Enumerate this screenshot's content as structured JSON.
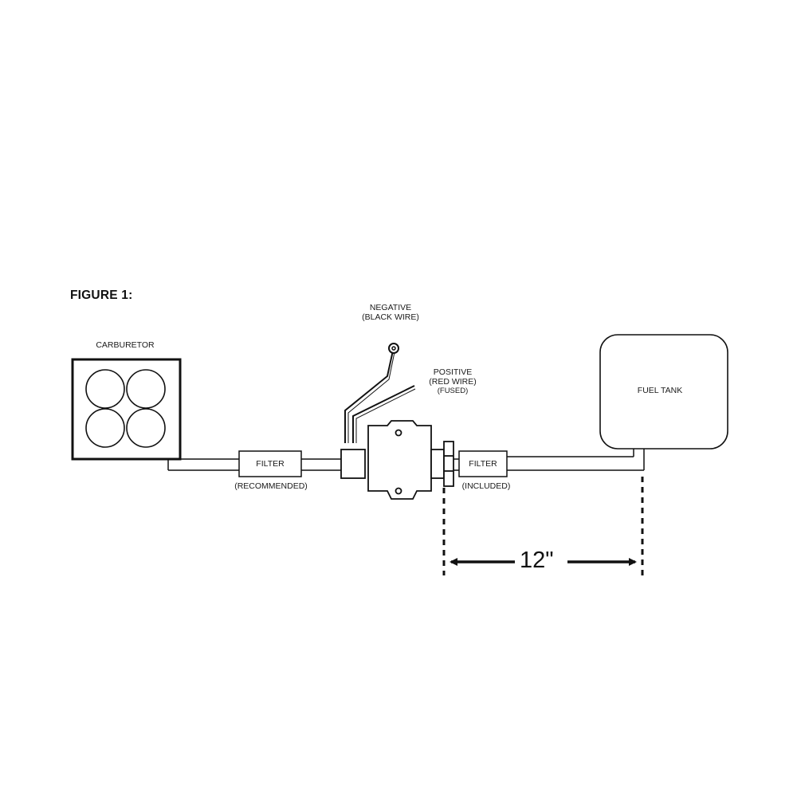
{
  "figure_title": "FIGURE 1:",
  "components": {
    "carburetor": "CARBURETOR",
    "fuel_tank": "FUEL TANK",
    "filter_left": {
      "name": "FILTER",
      "note": "(RECOMMENDED)"
    },
    "filter_right": {
      "name": "FILTER",
      "note": "(INCLUDED)"
    }
  },
  "wires": {
    "negative": {
      "line1": "NEGATIVE",
      "line2": "(BLACK WIRE)"
    },
    "positive": {
      "line1": "POSITIVE",
      "line2": "(RED WIRE)",
      "line3": "(FUSED)"
    }
  },
  "dimension": {
    "label": "12\""
  },
  "colors": {
    "stroke": "#111111",
    "background": "#ffffff",
    "text": "#1a1a1a"
  }
}
